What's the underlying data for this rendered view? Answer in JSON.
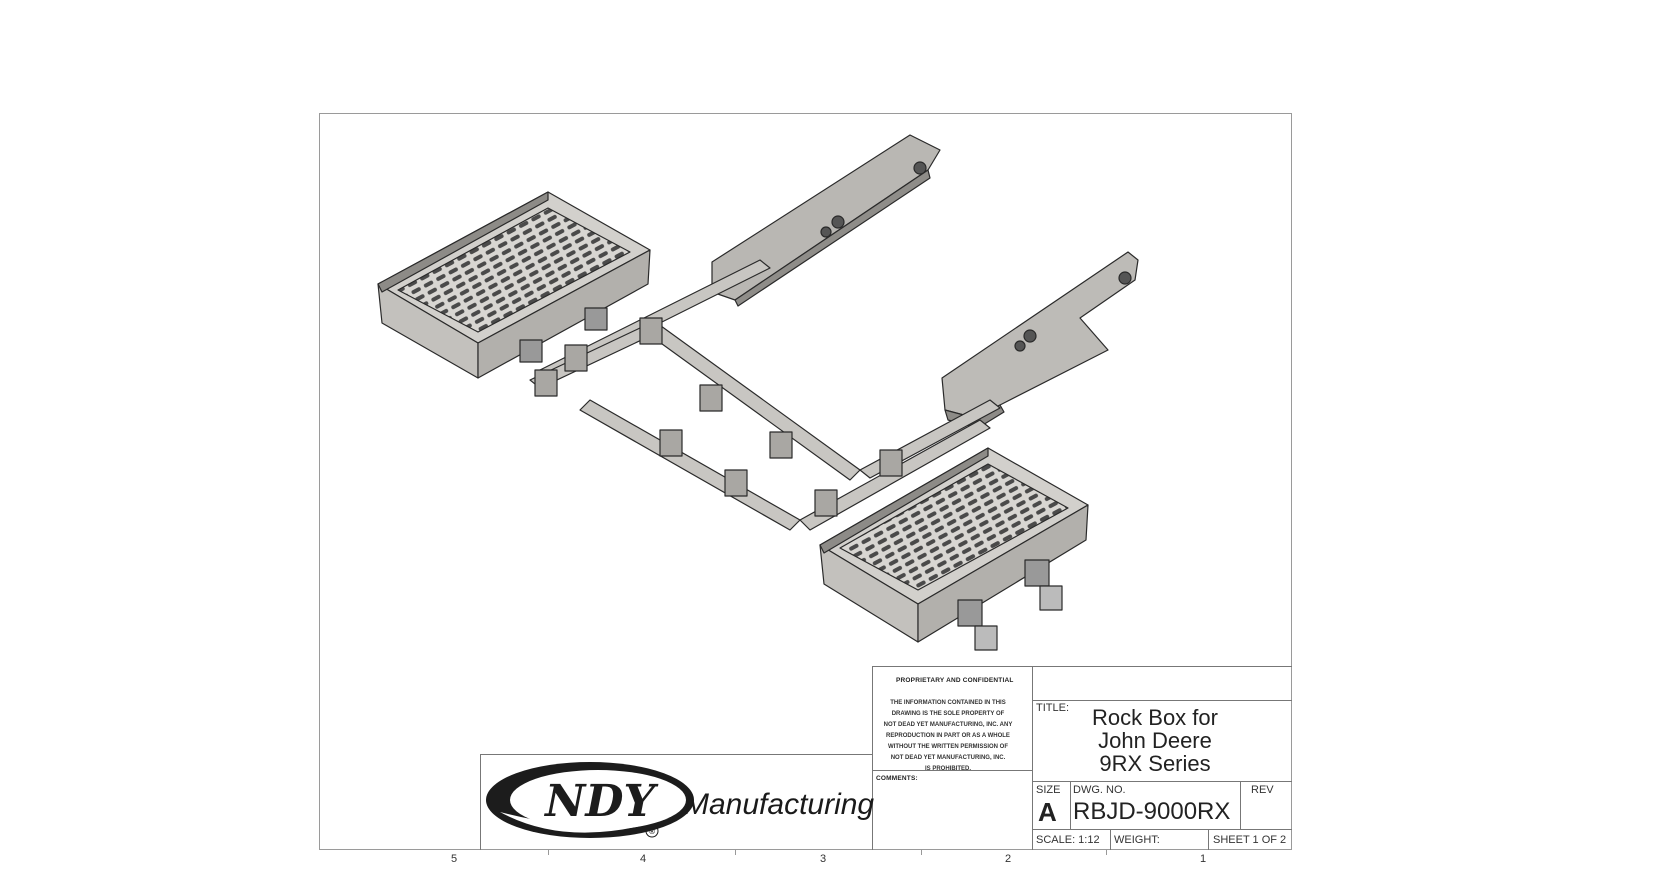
{
  "logo": {
    "brand": "NDY",
    "registered": "®",
    "suffix": "Manufacturing"
  },
  "confidential": {
    "heading": "PROPRIETARY AND CONFIDENTIAL",
    "body": [
      "THE INFORMATION CONTAINED IN THIS",
      "DRAWING IS THE SOLE PROPERTY OF",
      "NOT DEAD YET MANUFACTURING, INC. ANY",
      "REPRODUCTION IN PART OR AS A WHOLE",
      "WITHOUT THE WRITTEN PERMISSION OF",
      "NOT DEAD YET MANUFACTURING, INC.",
      "IS PROHIBITED."
    ]
  },
  "comments_label": "COMMENTS:",
  "title_block": {
    "title_label": "TITLE:",
    "title_lines": [
      "Rock Box for",
      "John Deere",
      "9RX Series"
    ],
    "size_label": "SIZE",
    "size_value": "A",
    "dwg_label": "DWG.  NO.",
    "dwg_value": "RBJD-9000RX",
    "rev_label": "REV",
    "scale": "SCALE: 1:12",
    "weight": "WEIGHT:",
    "sheet": "SHEET 1 OF 2"
  },
  "zones": [
    "5",
    "4",
    "3",
    "2",
    "1"
  ]
}
